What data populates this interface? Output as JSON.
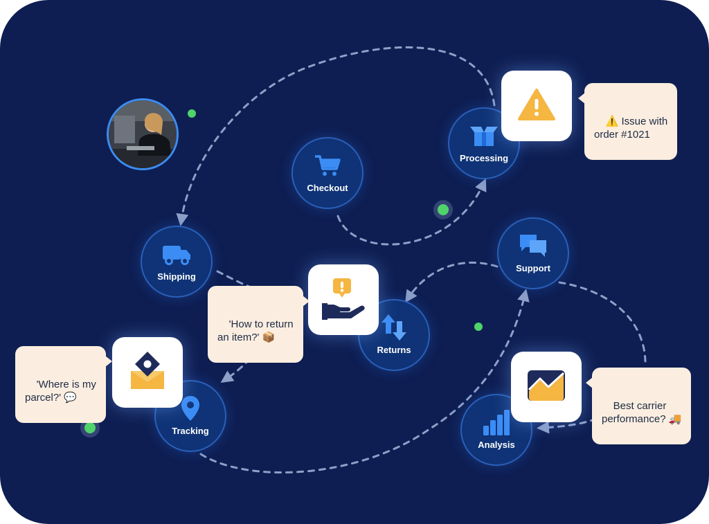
{
  "nodes": {
    "checkout": {
      "label": "Checkout",
      "icon": "shopping-cart-icon"
    },
    "processing": {
      "label": "Processing",
      "icon": "open-box-icon"
    },
    "shipping": {
      "label": "Shipping",
      "icon": "truck-icon"
    },
    "returns": {
      "label": "Returns",
      "icon": "swap-arrows-icon"
    },
    "support": {
      "label": "Support",
      "icon": "chat-bubbles-icon"
    },
    "tracking": {
      "label": "Tracking",
      "icon": "location-pin-icon"
    },
    "analysis": {
      "label": "Analysis",
      "icon": "bar-chart-icon"
    }
  },
  "tiles": {
    "alert": {
      "icon": "warning-triangle-icon"
    },
    "help": {
      "icon": "hand-alert-icon"
    },
    "mail": {
      "icon": "mail-pin-icon"
    },
    "chart": {
      "icon": "trend-chart-icon"
    }
  },
  "bubbles": {
    "issue": {
      "text": "⚠️ Issue with\norder #1021"
    },
    "return": {
      "text": "'How to return\nan item?' 📦"
    },
    "parcel": {
      "text": "'Where is my\nparcel?' 💬"
    },
    "carrier": {
      "text": "Best carrier\nperformance? 🚚"
    }
  },
  "avatar": {
    "icon": "person-at-laptop-photo"
  },
  "colors": {
    "background": "#0e1e52",
    "node_fill": "#0f3376",
    "node_border": "#2a5fb8",
    "accent_blue": "#3b8df5",
    "accent_orange": "#f5b642",
    "bubble_fill": "#fbeee0",
    "status_dot": "#4fd36a",
    "connector": "#8ea0c8"
  }
}
